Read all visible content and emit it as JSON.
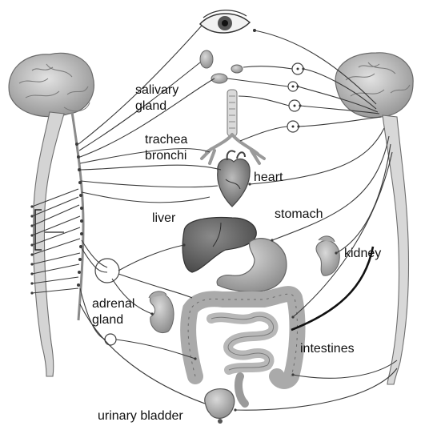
{
  "labels": {
    "salivary_gland": [
      "salivary",
      "gland"
    ],
    "trachea_bronchi": [
      "trachea",
      "bronchi"
    ],
    "heart": "heart",
    "liver": "liver",
    "stomach": "stomach",
    "kidney": "kidney",
    "adrenal_gland": [
      "adrenal",
      "gland"
    ],
    "intestines": "intestines",
    "urinary_bladder": "urinary bladder"
  },
  "colors": {
    "nerve": "#3a3a3a",
    "organ_dark": "#5e5e5e",
    "organ_mid": "#8f8f8f",
    "organ_light": "#c6c6c6",
    "brain": "#bdbdbd"
  }
}
